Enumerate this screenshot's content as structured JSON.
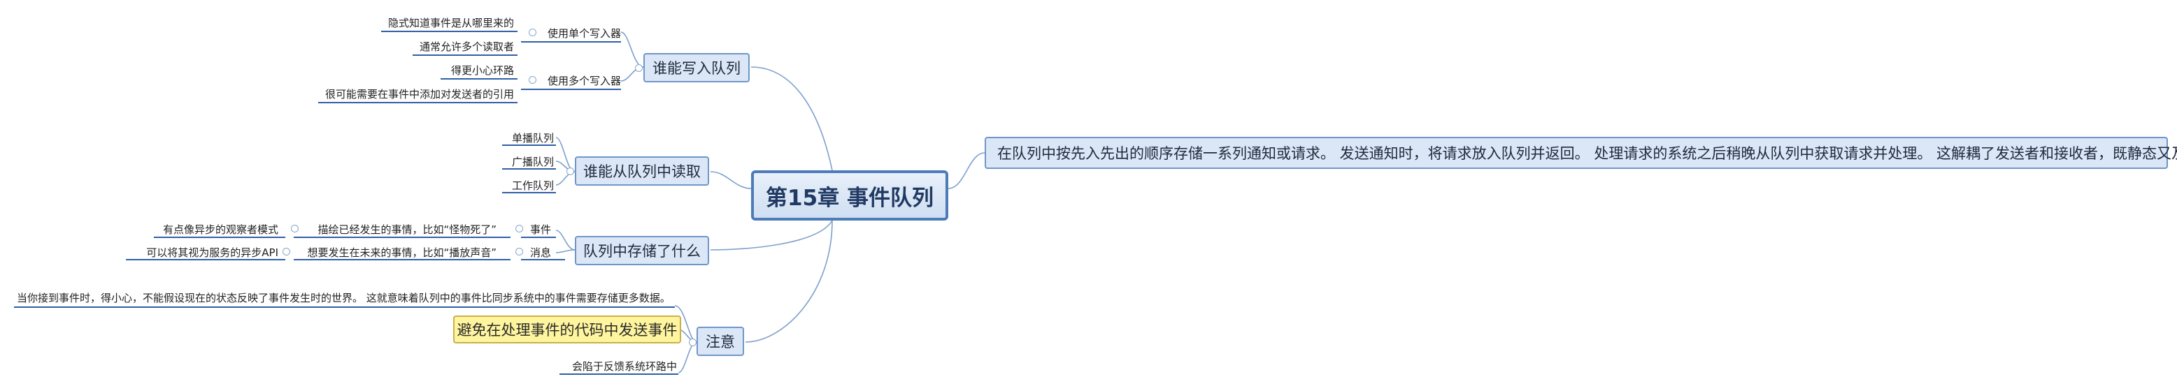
{
  "root": {
    "label": "第15章 事件队列"
  },
  "topic": {
    "text": "在队列中按先入先出的顺序存储一系列通知或请求。 发送通知时，将请求放入队列并返回。 处理请求的系统之后稍晚从队列中获取请求并处理。 这解耦了发送者和接收者，既静态又及时。"
  },
  "branches": {
    "who_writes": {
      "label": "谁能写入队列",
      "single_writer": {
        "label": "使用单个写入器",
        "notes": [
          "隐式知道事件是从哪里来的",
          "通常允许多个读取者"
        ]
      },
      "multi_writer": {
        "label": "使用多个写入器",
        "notes": [
          "得更小心环路",
          "很可能需要在事件中添加对发送者的引用"
        ]
      }
    },
    "who_reads": {
      "label": "谁能从队列中读取",
      "items": [
        "单播队列",
        "广播队列",
        "工作队列"
      ]
    },
    "what_stored": {
      "label": "队列中存储了什么",
      "event": {
        "label": "事件",
        "desc": "描绘已经发生的事情，比如“怪物死了”",
        "note": "有点像异步的观察者模式"
      },
      "message": {
        "label": "消息",
        "desc": "想要发生在未来的事情，比如“播放声音”",
        "note": "可以将其视为服务的异步API"
      }
    },
    "notice": {
      "label": "注意",
      "top_note": "当你接到事件时，得小心，不能假设现在的状态反映了事件发生时的世界。 这就意味着队列中的事件比同步系统中的事件需要存储更多数据。",
      "callout": "避免在处理事件的代码中发送事件",
      "bottom_note": "会陷于反馈系统环路中"
    }
  },
  "colors": {
    "line": "#6f96c9",
    "underline": "#2f5fa8",
    "root_border": "#4d7bb8",
    "callout_fill": "#fff59e"
  }
}
